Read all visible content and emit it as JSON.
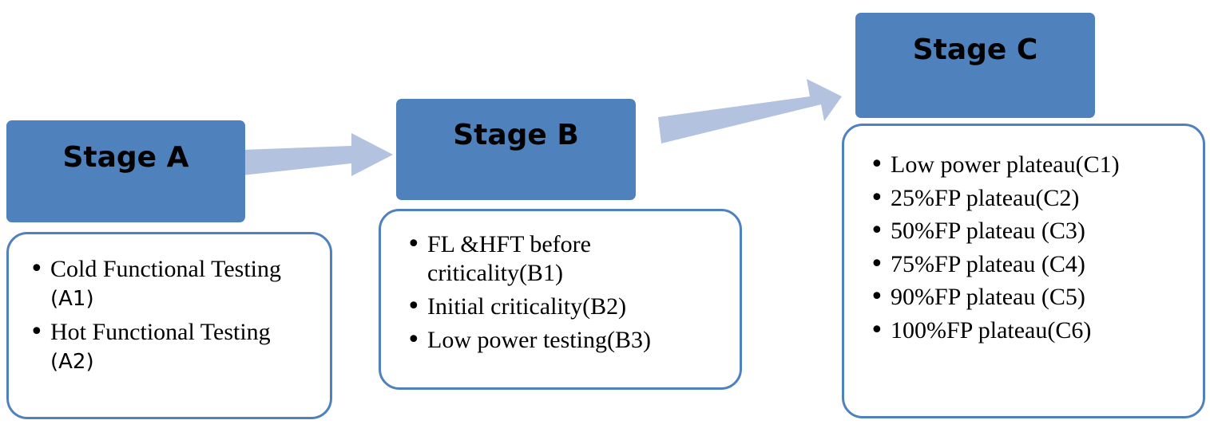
{
  "stages": [
    {
      "title": "Stage A",
      "items": [
        {
          "serif": "Cold Functional Testing",
          "sans": "(A1)"
        },
        {
          "serif": "Hot Functional Testing",
          "sans": "(A2)"
        }
      ]
    },
    {
      "title": "Stage B",
      "items": [
        {
          "serif": "FL &HFT before criticality(B1)",
          "sans": ""
        },
        {
          "serif": "Initial criticality(B2)",
          "sans": ""
        },
        {
          "serif": "Low power testing(B3)",
          "sans": ""
        }
      ]
    },
    {
      "title": "Stage C",
      "items": [
        {
          "serif": "Low power plateau(C1)",
          "sans": ""
        },
        {
          "serif": "25%FP plateau(C2)",
          "sans": ""
        },
        {
          "serif": "50%FP plateau (C3)",
          "sans": ""
        },
        {
          "serif": "75%FP plateau (C4)",
          "sans": ""
        },
        {
          "serif": "90%FP plateau (C5)",
          "sans": ""
        },
        {
          "serif": "100%FP plateau(C6)",
          "sans": ""
        }
      ]
    }
  ],
  "bullet_glyph": "•",
  "colors": {
    "header_fill": "#4f81bd",
    "content_border": "#4f81bd",
    "arrow_fill": "#b3c2de"
  }
}
